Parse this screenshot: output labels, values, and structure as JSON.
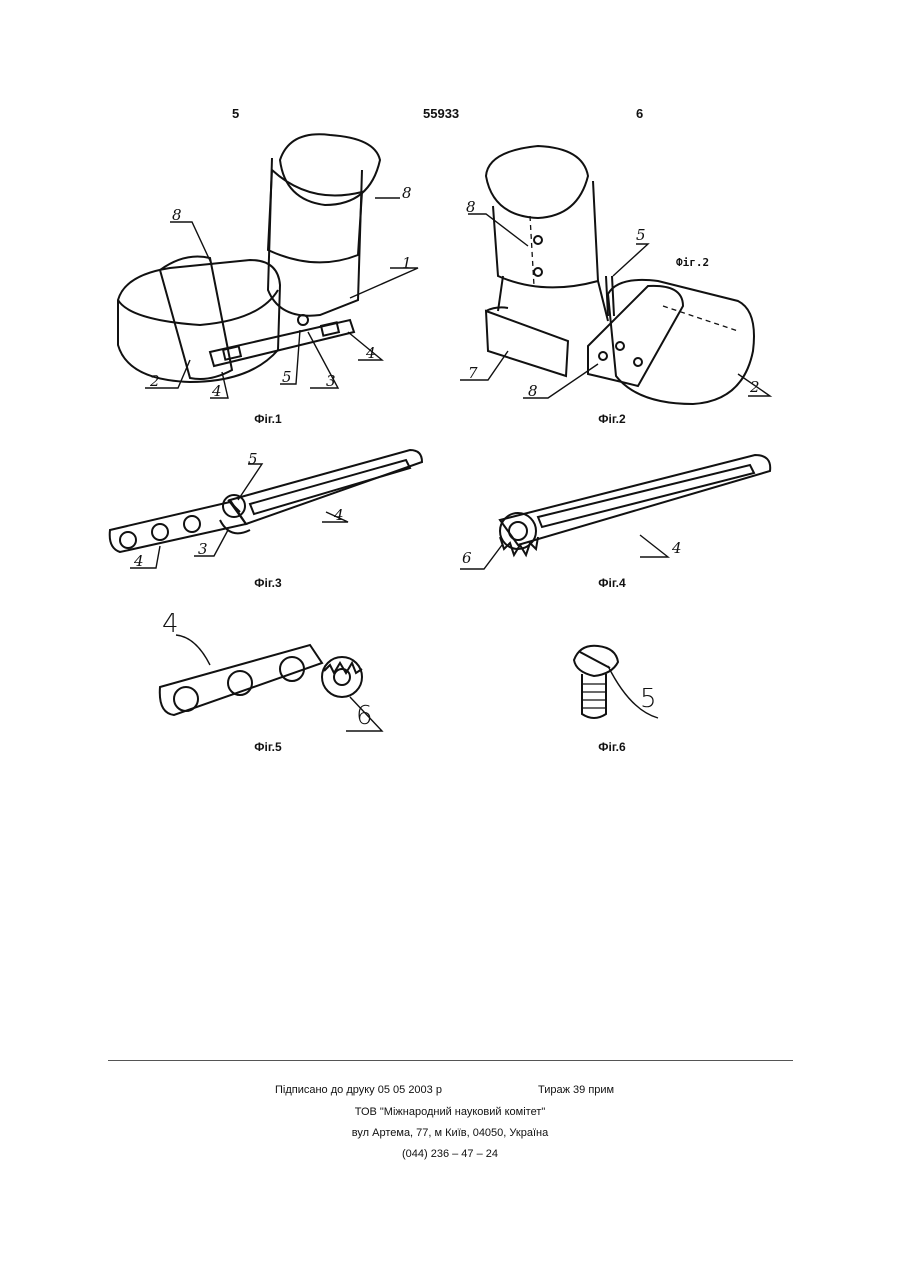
{
  "header": {
    "page_left": "5",
    "patent_number": "55933",
    "page_right": "6"
  },
  "figures": {
    "fig1": {
      "caption": "Фіг.1",
      "refs": [
        "8",
        "8",
        "1",
        "2",
        "4",
        "5",
        "3",
        "4"
      ]
    },
    "fig2": {
      "caption": "Фіг.2",
      "inline_label": "Фіг.2",
      "refs": [
        "8",
        "5",
        "7",
        "8",
        "2"
      ]
    },
    "fig3": {
      "caption": "Фіг.3",
      "refs": [
        "5",
        "4",
        "3",
        "4"
      ]
    },
    "fig4": {
      "caption": "Фіг.4",
      "refs": [
        "6",
        "4"
      ]
    },
    "fig5": {
      "caption": "Фіг.5",
      "refs": [
        "4",
        "6"
      ]
    },
    "fig6": {
      "caption": "Фіг.6",
      "refs": [
        "5"
      ]
    }
  },
  "footer": {
    "signed": "Підписано до друку 05 05 2003 р",
    "print_run": "Тираж 39 прим",
    "organization": "ТОВ \"Міжнародний науковий комітет\"",
    "address": "вул  Артема, 77, м  Київ, 04050, Україна",
    "phone": "(044) 236 – 47 – 24"
  }
}
